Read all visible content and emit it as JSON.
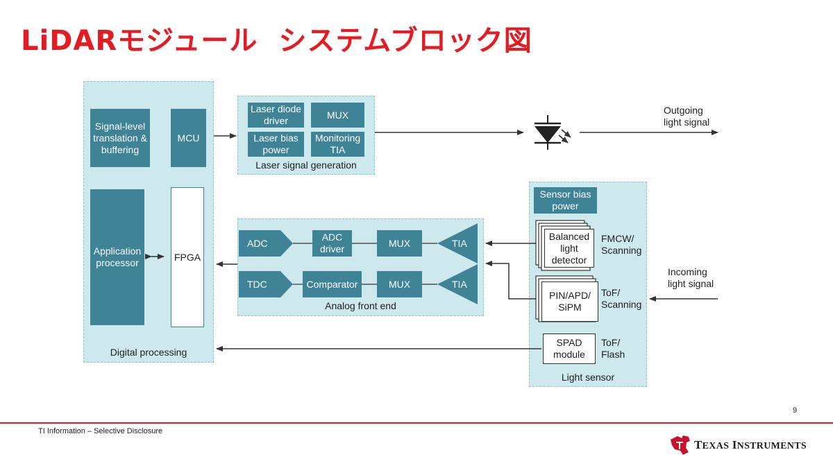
{
  "title": {
    "part1": "LiDARモジュール",
    "part2": "システムブロック図"
  },
  "panels": {
    "digital_processing": "Digital processing",
    "laser_signal_generation": "Laser signal generation",
    "analog_front_end": "Analog front end",
    "light_sensor": "Light sensor"
  },
  "blocks": {
    "signal_level": [
      "Signal-level",
      "translation &",
      "buffering"
    ],
    "mcu": "MCU",
    "application_processor": [
      "Application",
      "processor"
    ],
    "fpga": "FPGA",
    "laser_diode_driver": [
      "Laser diode",
      "driver"
    ],
    "mux_laser": "MUX",
    "laser_bias_power": [
      "Laser bias",
      "power"
    ],
    "monitoring_tia": [
      "Monitoring",
      "TIA"
    ],
    "adc": "ADC",
    "adc_driver": [
      "ADC",
      "driver"
    ],
    "mux_top": "MUX",
    "tia_top": "TIA",
    "tdc": "TDC",
    "comparator": "Comparator",
    "mux_bottom": "MUX",
    "tia_bottom": "TIA",
    "sensor_bias_power": [
      "Sensor bias",
      "power"
    ],
    "balanced_light_detector": [
      "Balanced",
      "light",
      "detector"
    ],
    "pin_apd_sipm": [
      "PIN/APD/",
      "SiPM"
    ],
    "spad_module": [
      "SPAD",
      "module"
    ]
  },
  "labels": {
    "fmcw_scanning": [
      "FMCW/",
      "Scanning"
    ],
    "tof_scanning": [
      "ToF/",
      "Scanning"
    ],
    "tof_flash": [
      "ToF/",
      "Flash"
    ],
    "outgoing": [
      "Outgoing",
      "light signal"
    ],
    "incoming": [
      "Incoming",
      "light signal"
    ]
  },
  "footer": {
    "disclosure": "TI Information – Selective Disclosure",
    "page_number": "9",
    "logo_text_1": "T",
    "logo_text_2": "EXAS",
    "logo_text_3": "I",
    "logo_text_4": "NSTRUMENTS"
  },
  "colors": {
    "title_red": "#e31b23",
    "block_teal": "#3f8397",
    "panel_bg": "#cde9ee"
  }
}
